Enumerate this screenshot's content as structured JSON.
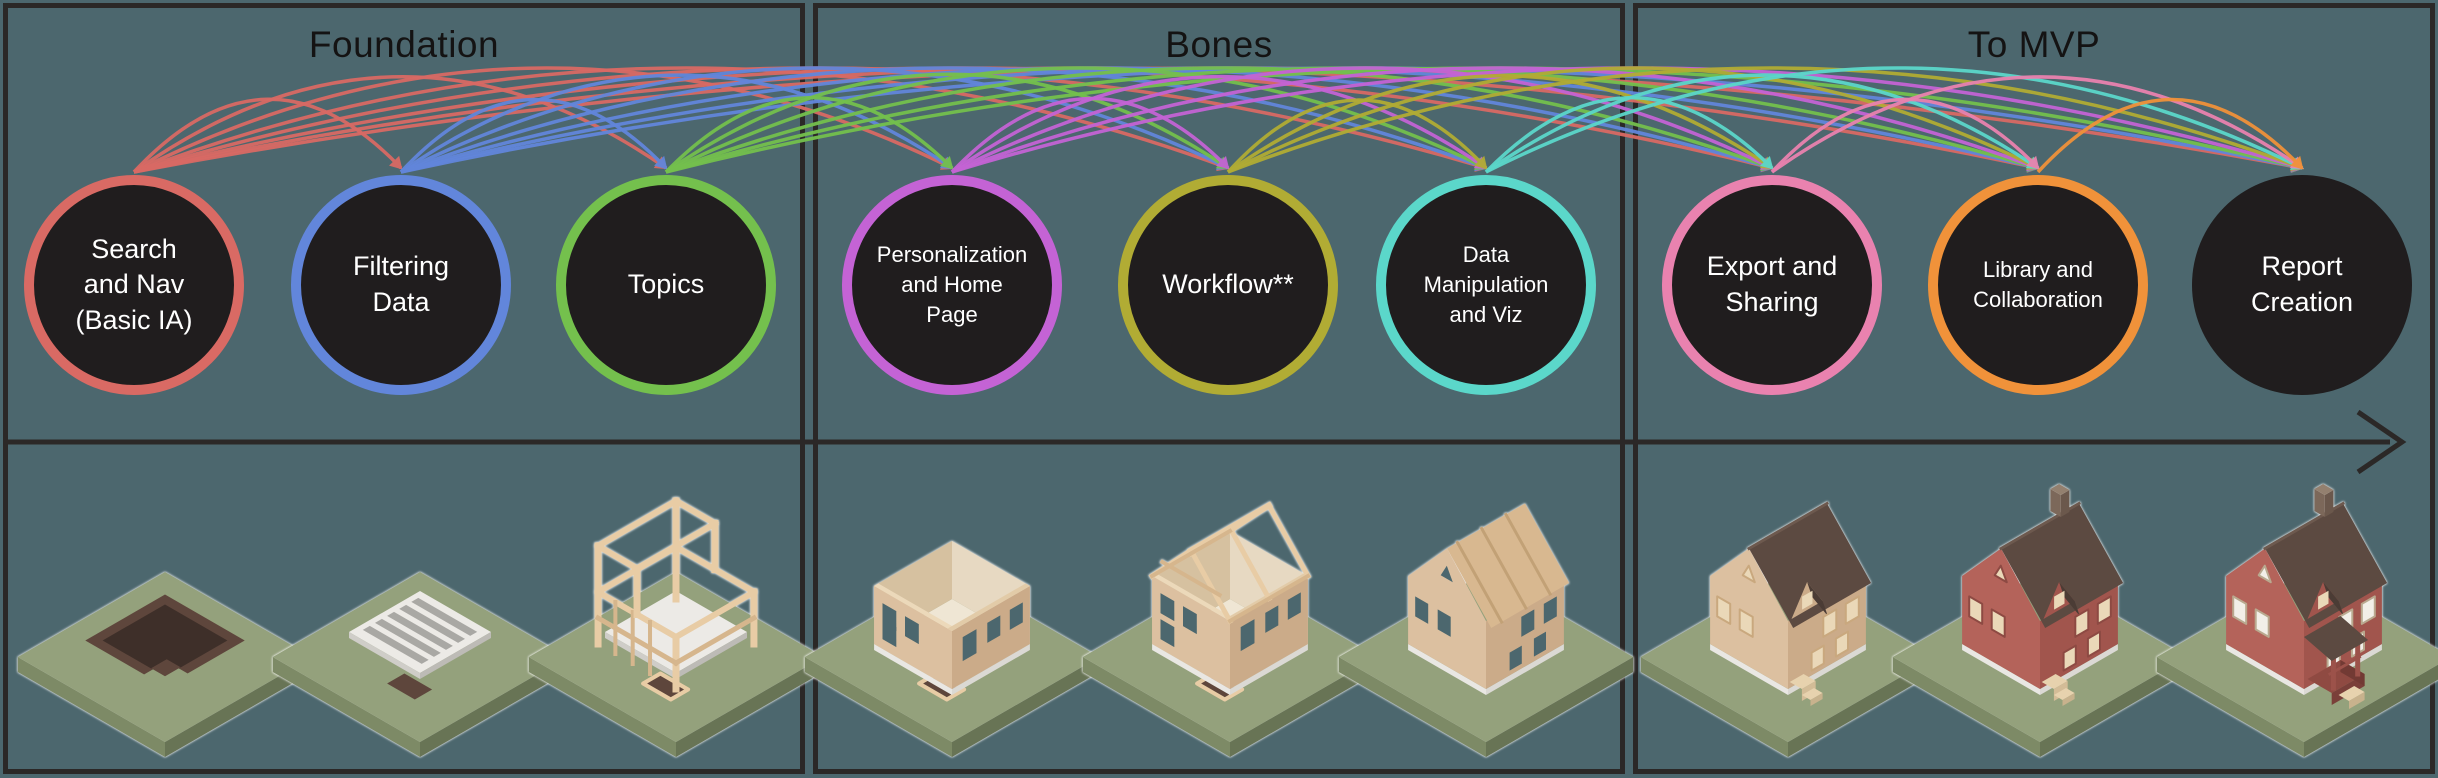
{
  "diagram": {
    "sections": [
      {
        "id": "foundation",
        "title": "Foundation"
      },
      {
        "id": "bones",
        "title": "Bones"
      },
      {
        "id": "to-mvp",
        "title": "To MVP"
      }
    ],
    "nodes": [
      {
        "id": "search-nav",
        "label": "Search and Nav (Basic IA)",
        "lines": [
          "Search",
          "and Nav",
          "(Basic IA)"
        ],
        "ring_color": "#d96a64",
        "section": "foundation",
        "small": false
      },
      {
        "id": "filtering-data",
        "label": "Filtering Data",
        "lines": [
          "Filtering",
          "Data"
        ],
        "ring_color": "#6286db",
        "section": "foundation",
        "small": false
      },
      {
        "id": "topics",
        "label": "Topics",
        "lines": [
          "Topics"
        ],
        "ring_color": "#74c04d",
        "section": "foundation",
        "small": false
      },
      {
        "id": "personalization-home",
        "label": "Personalization and Home Page",
        "lines": [
          "Personalization",
          "and Home",
          "Page"
        ],
        "ring_color": "#c463d5",
        "section": "bones",
        "small": true
      },
      {
        "id": "workflow",
        "label": "Workflow**",
        "lines": [
          "Workflow**"
        ],
        "ring_color": "#b1ac34",
        "section": "bones",
        "small": false
      },
      {
        "id": "data-manipulation-viz",
        "label": "Data Manipulation and Viz",
        "lines": [
          "Data",
          "Manipulation",
          "and Viz"
        ],
        "ring_color": "#5bd7ca",
        "section": "bones",
        "small": true
      },
      {
        "id": "export-sharing",
        "label": "Export and Sharing",
        "lines": [
          "Export and",
          "Sharing"
        ],
        "ring_color": "#e982af",
        "section": "to-mvp",
        "small": false
      },
      {
        "id": "library-collaboration",
        "label": "Library and Collaboration",
        "lines": [
          "Library and",
          "Collaboration"
        ],
        "ring_color": "#f0923a",
        "section": "to-mvp",
        "small": true
      },
      {
        "id": "report-creation",
        "label": "Report Creation",
        "lines": [
          "Report",
          "Creation"
        ],
        "ring_color": null,
        "section": "to-mvp",
        "small": false
      }
    ],
    "edges": {
      "rule": "every node sends an arced arrow forward to each later node",
      "color_rule": "arc takes the ring color of its source node"
    },
    "houses": [
      {
        "id": "excavated-plot",
        "name": "Excavated plot",
        "section": "foundation"
      },
      {
        "id": "foundation-slab",
        "name": "Foundation slab with joists",
        "section": "foundation"
      },
      {
        "id": "structural-frame",
        "name": "Post and beam frame",
        "section": "foundation"
      },
      {
        "id": "framed-walls",
        "name": "Framed walls, open top",
        "section": "bones"
      },
      {
        "id": "roof-framing",
        "name": "Roof framing",
        "section": "bones"
      },
      {
        "id": "sheathed-shell",
        "name": "Sheathed shell",
        "section": "bones"
      },
      {
        "id": "roofed-house",
        "name": "Roofed house",
        "section": "to-mvp"
      },
      {
        "id": "painted-house",
        "name": "Painted house",
        "section": "to-mvp"
      },
      {
        "id": "finished-house",
        "name": "Finished house with porch",
        "section": "to-mvp"
      }
    ],
    "timeline_arrow": {
      "direction": "right"
    },
    "colors": {
      "background": "#4c676e",
      "line": "#2b2827",
      "circle_fill": "#201d1e",
      "title_text": "#141313",
      "node_text": "#ffffff"
    }
  }
}
